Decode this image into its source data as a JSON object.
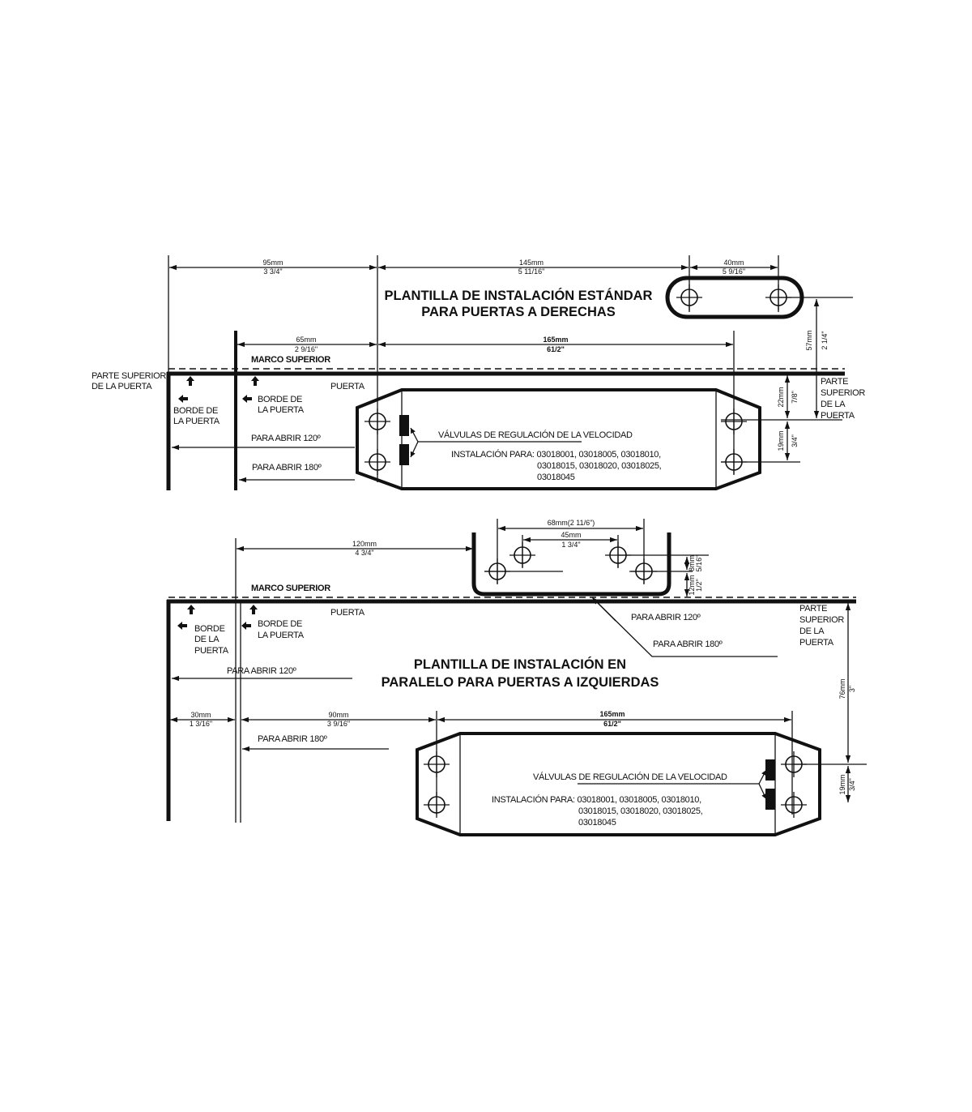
{
  "top": {
    "title_line1": "PLANTILLA DE INSTALACIÓN ESTÁNDAR",
    "title_line2": "PARA PUERTAS A DERECHAS",
    "dim_95": {
      "mm": "95mm",
      "in": "3 3/4\""
    },
    "dim_145": {
      "mm": "145mm",
      "in": "5 11/16\""
    },
    "dim_40": {
      "mm": "40mm",
      "in": "5 9/16\""
    },
    "dim_65": {
      "mm": "65mm",
      "in": "2 9/16\""
    },
    "dim_165": {
      "mm": "165mm",
      "in": "61/2\""
    },
    "dim_57": {
      "mm": "57mm",
      "in": "2 1/4\""
    },
    "dim_22": {
      "mm": "22mm",
      "in": "7/8\""
    },
    "dim_19": {
      "mm": "19mm",
      "in": "3/4\""
    },
    "marco_superior": "MARCO SUPERIOR",
    "parte_superior_left": [
      "PARTE SUPERIOR",
      "DE LA PUERTA"
    ],
    "parte_superior_right": [
      "PARTE",
      "SUPERIOR",
      "DE LA",
      "PUERTA"
    ],
    "borde_1": [
      "BORDE DE",
      "LA PUERTA"
    ],
    "borde_2": [
      "BORDE DE",
      "LA PUERTA"
    ],
    "puerta": "PUERTA",
    "abrir_120": "PARA ABRIR 120º",
    "abrir_180": "PARA ABRIR 180º",
    "valvulas": "VÁLVULAS DE REGULACIÓN DE LA VELOCIDAD",
    "instalacion": [
      "INSTALACIÓN PARA: 03018001, 03018005, 03018010,",
      "03018015, 03018020, 03018025,",
      "03018045"
    ]
  },
  "bottom": {
    "title_line1": "PLANTILLA DE INSTALACIÓN EN",
    "title_line2": "PARALELO PARA PUERTAS A IZQUIERDAS",
    "dim_68": "68mm(2 11/6\")",
    "dim_45": {
      "mm": "45mm",
      "in": "1 3/4\""
    },
    "dim_120": {
      "mm": "120mm",
      "in": "4 3/4\""
    },
    "dim_8": {
      "mm": "8mm",
      "in": "5/16\""
    },
    "dim_12": {
      "mm": "12mm",
      "in": "1/2\""
    },
    "dim_30": {
      "mm": "30mm",
      "in": "1 3/16\""
    },
    "dim_90": {
      "mm": "90mm",
      "in": "3 9/16\""
    },
    "dim_165": {
      "mm": "165mm",
      "in": "61/2\""
    },
    "dim_76": {
      "mm": "76mm",
      "in": "3\""
    },
    "dim_19": {
      "mm": "19mm",
      "in": "3/4\""
    },
    "marco_superior": "MARCO SUPERIOR",
    "parte_superior_right": [
      "PARTE",
      "SUPERIOR",
      "DE LA",
      "PUERTA"
    ],
    "borde_1": [
      "BORDE",
      "DE LA",
      "PUERTA"
    ],
    "borde_2": [
      "BORDE DE",
      "LA PUERTA"
    ],
    "puerta": "PUERTA",
    "abrir_120_right": "PARA ABRIR 120º",
    "abrir_180_right": "PARA ABRIR 180º",
    "abrir_120": "PARA ABRIR 120º",
    "abrir_180": "PARA ABRIR 180º",
    "valvulas": "VÁLVULAS DE REGULACIÓN DE LA VELOCIDAD",
    "instalacion": [
      "INSTALACIÓN PARA: 03018001, 03018005, 03018010,",
      "03018015, 03018020, 03018025,",
      "03018045"
    ]
  }
}
